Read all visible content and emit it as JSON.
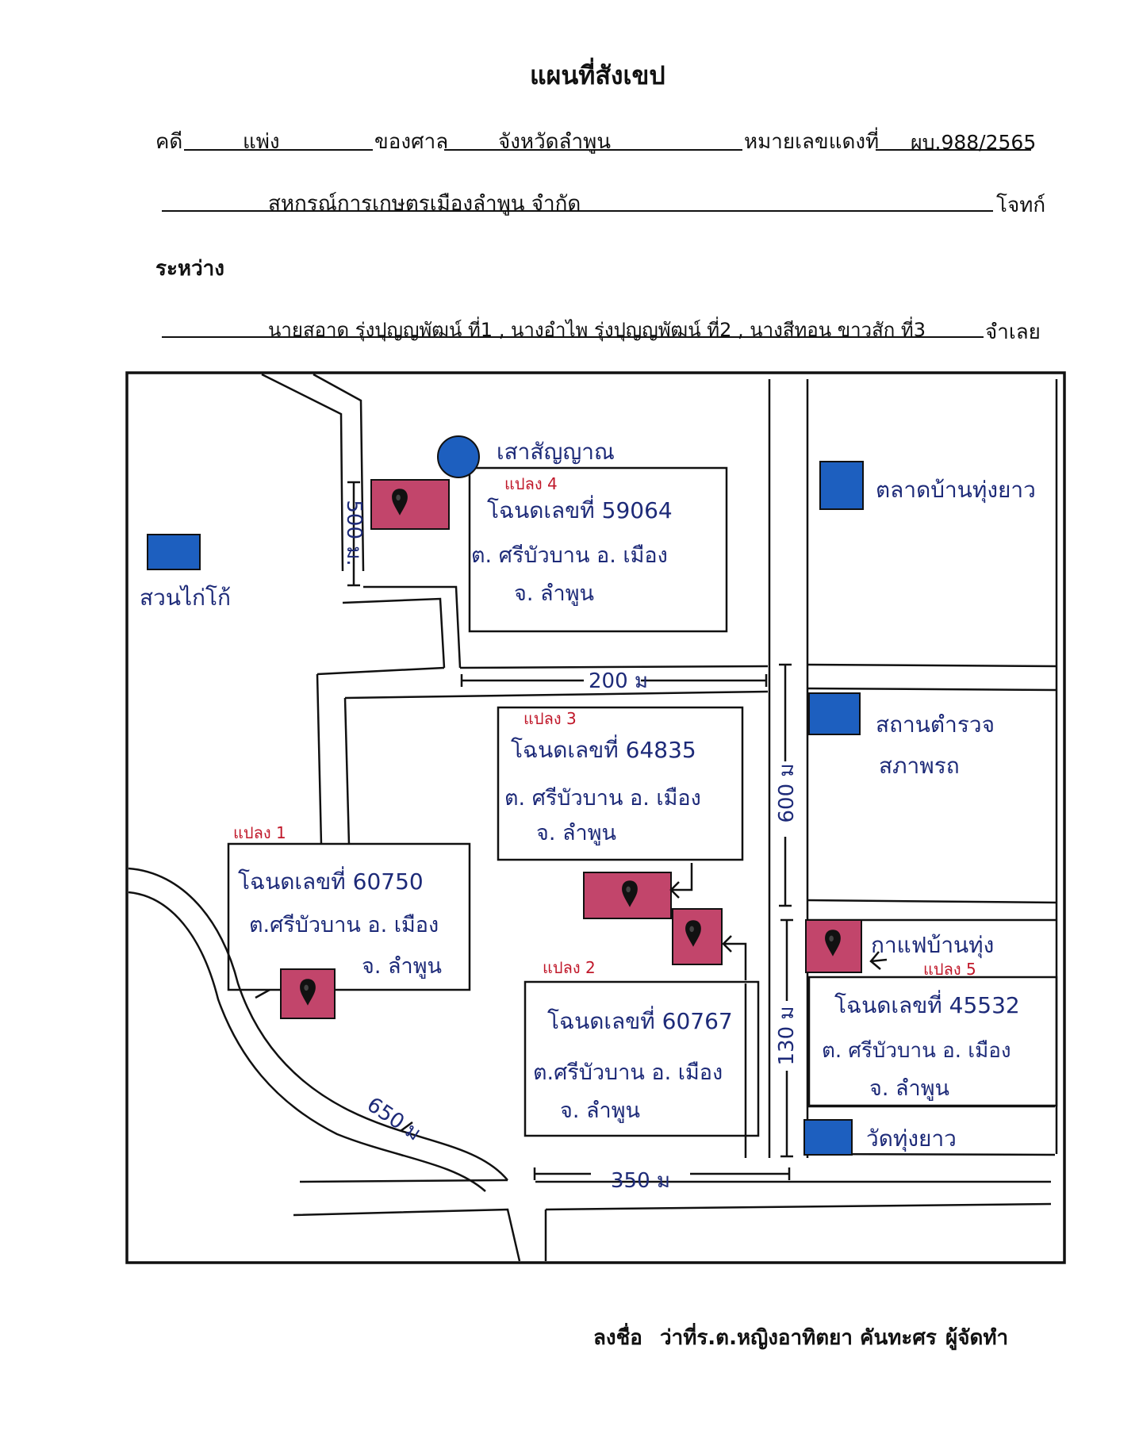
{
  "title": "แผนที่สังเขป",
  "case": {
    "label_case": "คดี",
    "case_type": "แพ่ง",
    "label_court": "ของศาล",
    "court": "จังหวัดลำพูน",
    "label_red_no": "หมายเลขแดงที่",
    "red_no": "ผบ.988/2565"
  },
  "plaintiff": {
    "name": "สหกรณ์การเกษตรเมืองลำพูน จำกัด",
    "role": "โจทก์"
  },
  "between_label": "ระหว่าง",
  "defendant": {
    "names": "นายสอาด รุ่งปุญญพัฒน์ ที่1 , นางอำไพ รุ่งปุญญพัฒน์ ที่2 , นางสีทอน ขาวสัก ที่3",
    "role": "จำเลย"
  },
  "map": {
    "landmarks": {
      "benchmark": "เสาสัญญาณ",
      "market": "ตลาดบ้านทุ่งยาว",
      "garden": "สวนไก่โก้",
      "police": [
        "สถานตำรวจ",
        "สภาพรถ"
      ],
      "cafe": "กาแฟบ้านทุ่ง",
      "temple": "วัดทุ่งยาว"
    },
    "parcels": [
      {
        "tag": "แปลง 4",
        "deed": "โฉนดเลขที่ 59064",
        "sub": "ต. ศรีบัวบาน อ. เมือง",
        "prov": "จ. ลำพูน"
      },
      {
        "tag": "แปลง 3",
        "deed": "โฉนดเลขที่ 64835",
        "sub": "ต. ศรีบัวบาน อ. เมือง",
        "prov": "จ. ลำพูน"
      },
      {
        "tag": "แปลง 1",
        "deed": "โฉนดเลขที่ 60750",
        "sub": "ต.ศรีบัวบาน อ. เมือง",
        "prov": "จ. ลำพูน"
      },
      {
        "tag": "แปลง 2",
        "deed": "โฉนดเลขที่ 60767",
        "sub": "ต.ศรีบัวบาน อ. เมือง",
        "prov": "จ. ลำพูน"
      },
      {
        "tag": "แปลง 5",
        "deed": "โฉนดเลขที่ 45532",
        "sub": "ต. ศรีบัวบาน อ. เมือง",
        "prov": "จ. ลำพูน"
      }
    ],
    "distances": {
      "d500": "500 ม.",
      "d200": "200 ม",
      "d600": "600 ม",
      "d130": "130 ม",
      "d650": "650 ม",
      "d350": "350 ม"
    },
    "colors": {
      "marker": "#c2456b",
      "landmark": "#1d5fbf",
      "pin": "#111111",
      "ink": "#1d2a78",
      "red_ink": "#c0182a"
    }
  },
  "signature": {
    "label": "ลงชื่อ",
    "name": "ว่าที่ร.ต.หญิงอาทิตยา คันทะศร",
    "role": "ผู้จัดทำ"
  }
}
